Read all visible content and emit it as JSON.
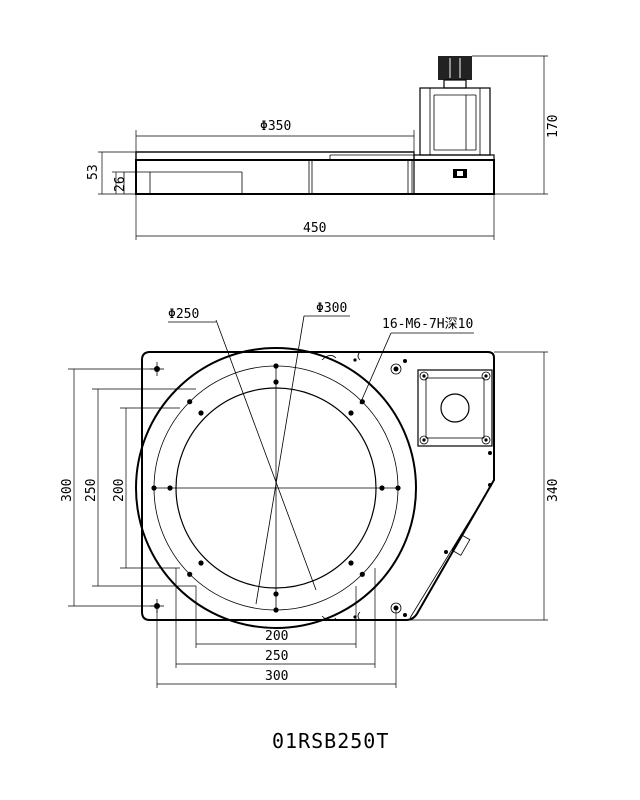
{
  "title": "01RSB250T",
  "side_view": {
    "dim_diameter_top": "Φ350",
    "dim_width": "450",
    "dim_height_total": "170",
    "dim_height_body": "53",
    "dim_height_step": "26"
  },
  "top_view": {
    "dim_diameter_inner": "Φ250",
    "dim_diameter_outer": "Φ300",
    "dim_thread": "16-M6-7H深10",
    "dim_left_300": "300",
    "dim_left_250": "250",
    "dim_left_200": "200",
    "dim_right_340": "340",
    "dim_bottom_200": "200",
    "dim_bottom_250": "250",
    "dim_bottom_300": "300"
  }
}
